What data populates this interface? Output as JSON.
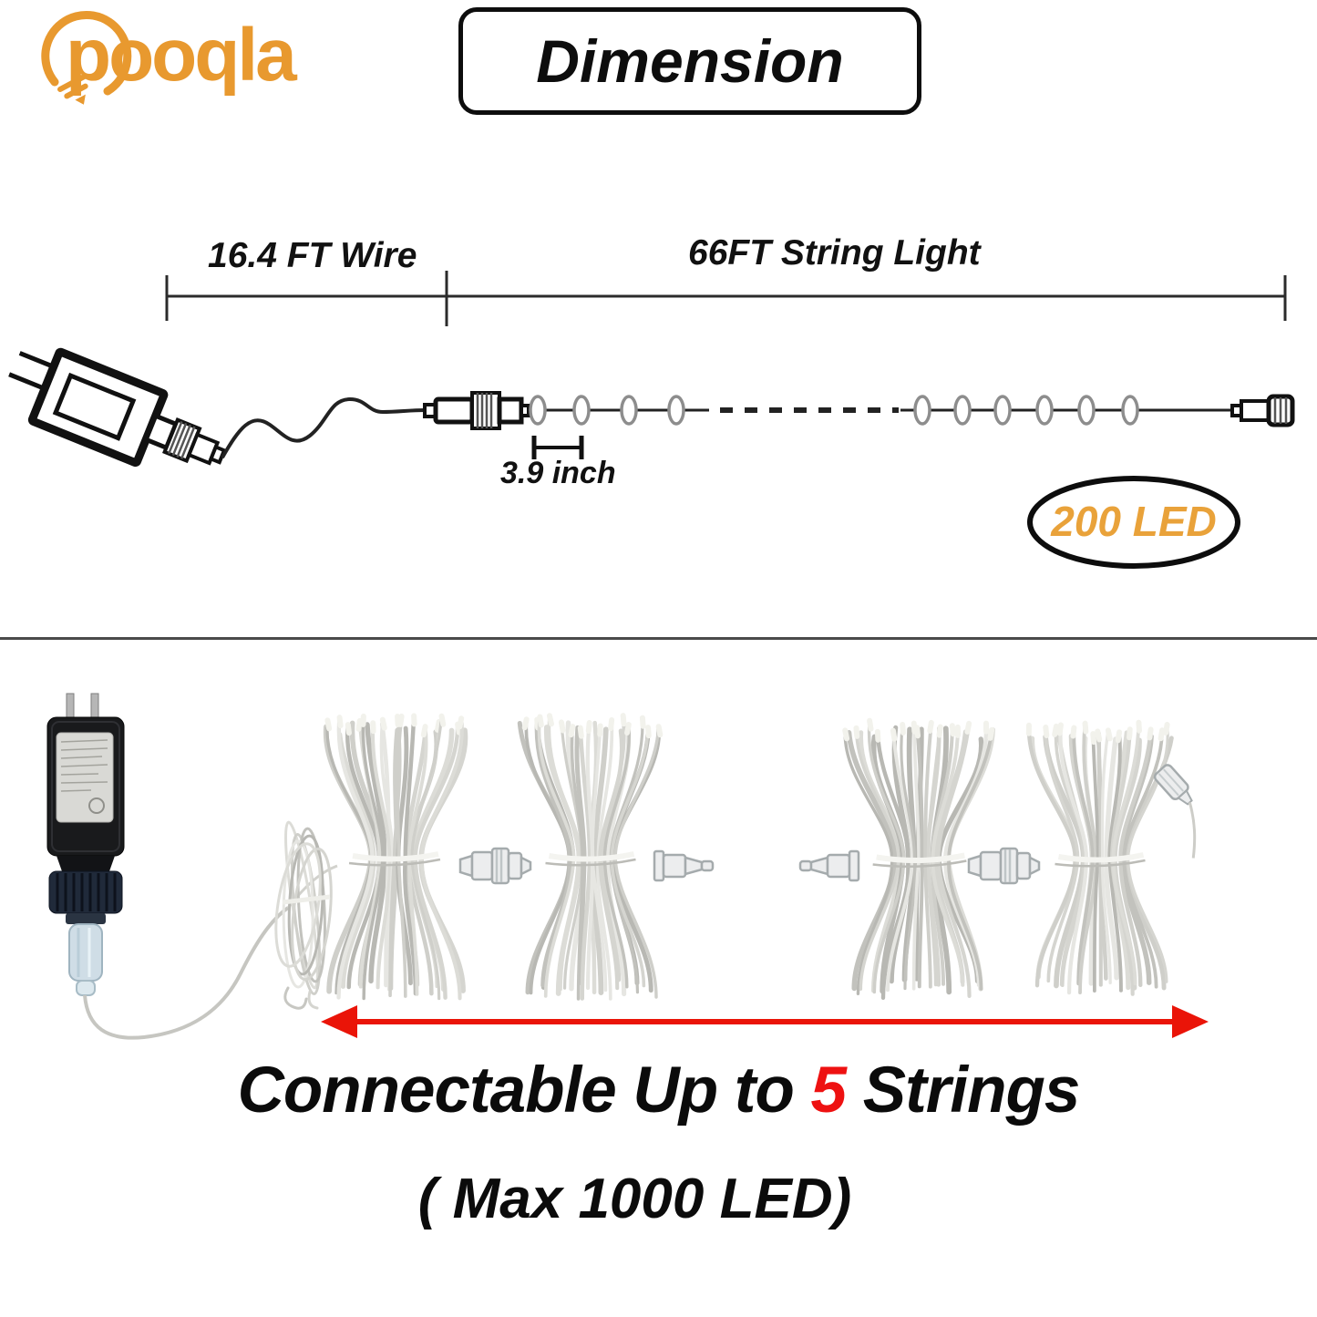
{
  "colors": {
    "brand_orange": "#E8992F",
    "badge_orange": "#E9A23A",
    "highlight_red": "#EE1111",
    "arrow_red": "#E81408",
    "ink": "#111111"
  },
  "header": {
    "logo_text": "pooqla",
    "title": "Dimension"
  },
  "dimension_diagram": {
    "wire_label": "16.4 FT Wire",
    "string_label": "66FT String Light",
    "spacing_label": "3.9 inch",
    "led_badge": "200 LED"
  },
  "connect_section": {
    "headline_prefix": "Connectable Up to ",
    "headline_highlight": "5",
    "headline_suffix": " Strings",
    "subline": "( Max 1000 LED)"
  }
}
